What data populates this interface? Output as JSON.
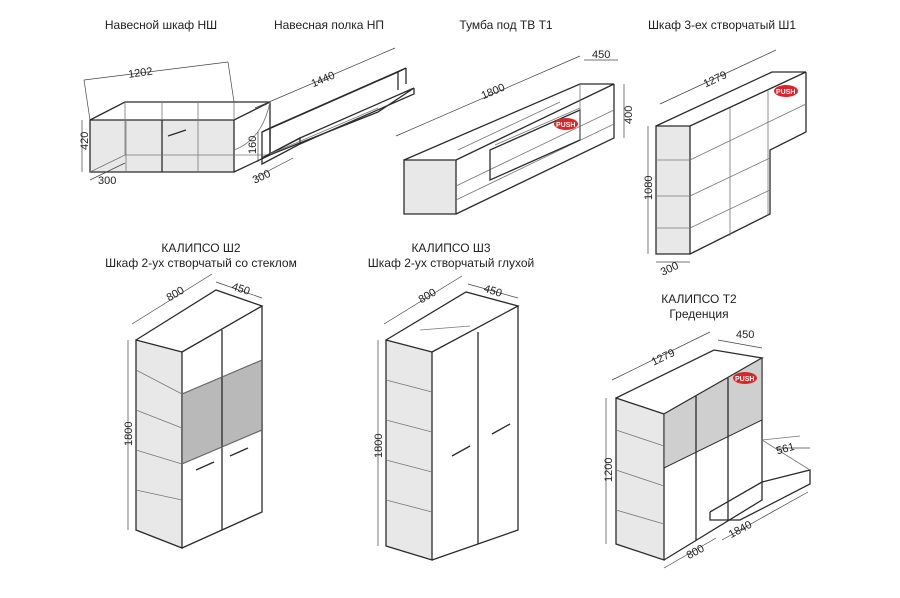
{
  "products": [
    {
      "id": "nsh",
      "title_line1": "Навесной шкаф НШ",
      "title_line2": "",
      "dims": [
        "1202",
        "420",
        "300"
      ]
    },
    {
      "id": "np",
      "title_line1": "Навесная полка НП",
      "title_line2": "",
      "dims": [
        "1440",
        "160",
        "300"
      ]
    },
    {
      "id": "t1",
      "title_line1": "Тумба под ТВ Т1",
      "title_line2": "",
      "dims": [
        "1800",
        "450",
        "400"
      ]
    },
    {
      "id": "sh1",
      "title_line1": "Шкаф 3-ех створчатый Ш1",
      "title_line2": "",
      "dims": [
        "1279",
        "1080",
        "300"
      ]
    },
    {
      "id": "sh2",
      "title_line1": "КАЛИПСО Ш2",
      "title_line2": "Шкаф 2-ух створчатый со стеклом",
      "dims": [
        "800",
        "450",
        "1800"
      ]
    },
    {
      "id": "sh3",
      "title_line1": "КАЛИПСО Ш3",
      "title_line2": "Шкаф 2-ух створчатый глухой",
      "dims": [
        "800",
        "450",
        "1800"
      ]
    },
    {
      "id": "t2",
      "title_line1": "КАЛИПСО Т2",
      "title_line2": "Греденция",
      "dims": [
        "1279",
        "450",
        "1200",
        "800",
        "1840",
        "561"
      ]
    }
  ],
  "badge_text": "PUSH",
  "colors": {
    "line": "#2b2b2b",
    "glass": "#b9b9b9",
    "push_badge": "#d8262b"
  }
}
